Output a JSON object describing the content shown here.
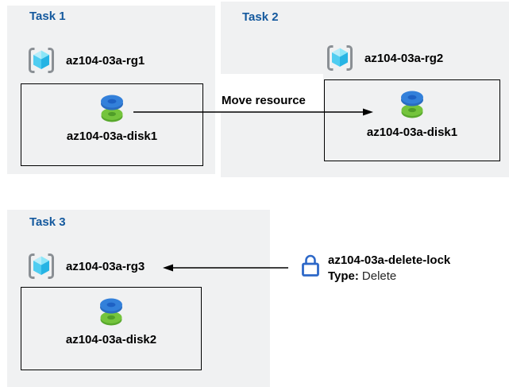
{
  "arrow_move_label": "Move resource",
  "tasks": [
    {
      "title": "Task 1",
      "resource_group": "az104-03a-rg1",
      "resource": "az104-03a-disk1"
    },
    {
      "title": "Task 2",
      "resource_group": "az104-03a-rg2",
      "resource": "az104-03a-disk1"
    },
    {
      "title": "Task 3",
      "resource_group": "az104-03a-rg3",
      "resource": "az104-03a-disk2",
      "lock": {
        "name": "az104-03a-delete-lock",
        "type_label": "Type:",
        "type_value": "Delete"
      }
    }
  ],
  "icons": {
    "resource_group": "resource-group-icon (gray brackets with cyan cube)",
    "disk": "disk-icon (blue disk stacked on green disk)",
    "lock": "lock-icon (blue outline padlock)"
  },
  "colors": {
    "panel_background": "#f0f1f2",
    "task_title_blue": "#14599e",
    "box_border": "#000000",
    "arrow_black": "#000000",
    "lock_blue": "#2d68c8",
    "bracket_gray": "#8a8f94",
    "cube_cyan_light": "#b7edfa",
    "cube_cyan": "#8ce6f8",
    "cube_cyan_mid": "#4fcdf1",
    "cube_cyan_dark": "#26b4e4",
    "disk_top_blue": "#3380da",
    "disk_rim_blue": "#2a6cc0",
    "disk_hole_blue": "#1e61c4",
    "disk_top_green": "#74c43c",
    "disk_rim_green": "#58a82c",
    "disk_hole_green": "#4f9d28"
  }
}
